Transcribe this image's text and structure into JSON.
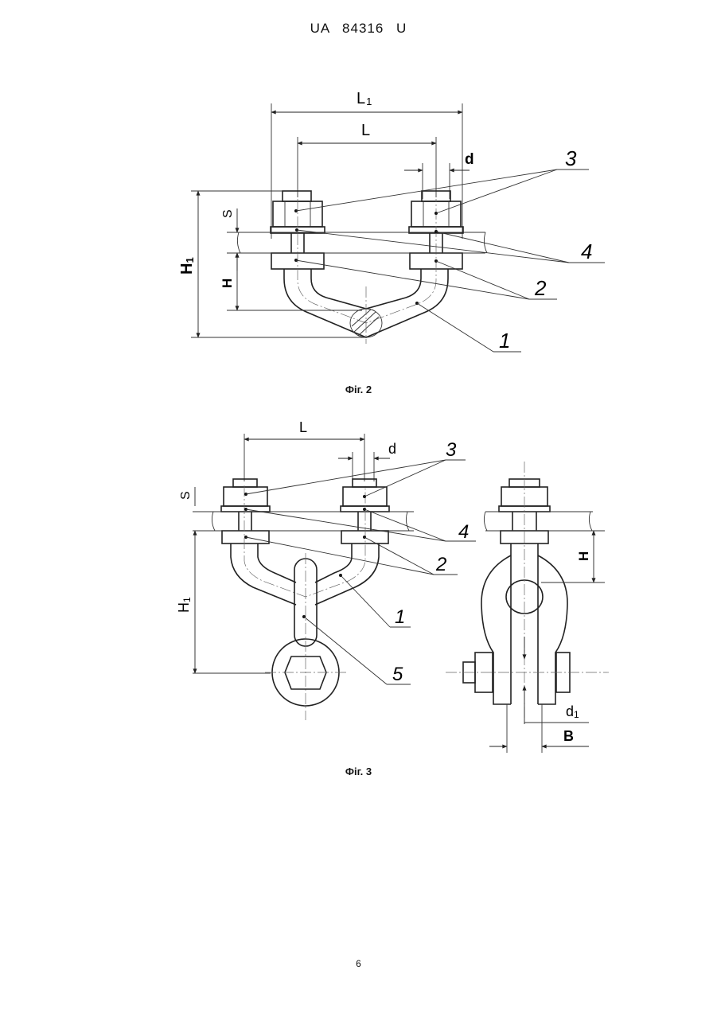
{
  "header": {
    "patent_no": "UA   84316   U"
  },
  "figure2": {
    "caption": "Фіг. 2",
    "dims": {
      "L1": "L",
      "L1_sub": "1",
      "L": "L",
      "d": "d",
      "S": "S",
      "H": "H",
      "H1": "H",
      "H1_sub": "1"
    },
    "callouts": {
      "c1": "1",
      "c2": "2",
      "c3": "3",
      "c4": "4"
    }
  },
  "figure3": {
    "caption": "Фіг. 3",
    "dims": {
      "L": "L",
      "d": "d",
      "S": "S",
      "H1": "H",
      "H1_sub": "1",
      "H": "H",
      "d1": "d",
      "d1_sub": "1",
      "B": "B"
    },
    "callouts": {
      "c1": "1",
      "c2": "2",
      "c3": "3",
      "c4": "4",
      "c5": "5"
    }
  },
  "footer": {
    "page_number": "6"
  }
}
